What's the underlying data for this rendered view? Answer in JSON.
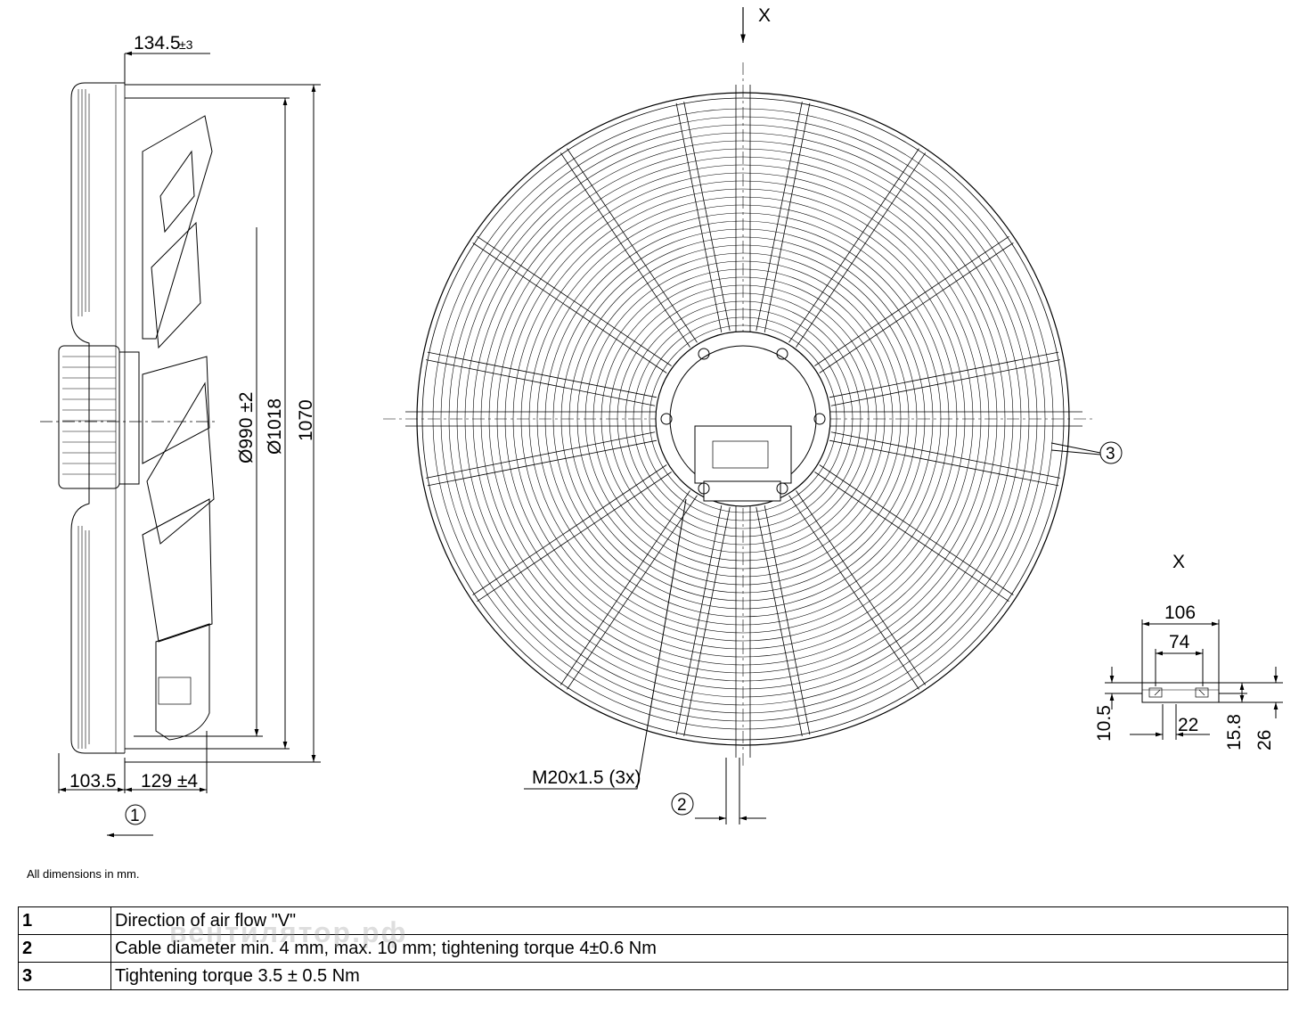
{
  "side_view": {
    "dim_top": "134.5",
    "dim_top_tol": "±3",
    "dim_d990": "Ø990 ±2",
    "dim_d1018": "Ø1018",
    "dim_1070": "1070",
    "dim_103": "103.5",
    "dim_129": "129 ±4"
  },
  "front_view": {
    "section_label": "X",
    "thread_label": "M20x1.5 (3x)"
  },
  "detail_x": {
    "title": "X",
    "dim_106": "106",
    "dim_74": "74",
    "dim_22": "22",
    "dim_10_5": "10.5",
    "dim_15_8": "15.8",
    "dim_26": "26"
  },
  "callouts": [
    "1",
    "2",
    "3"
  ],
  "note": "All dimensions in mm.",
  "legend": [
    {
      "num": "1",
      "text": "Direction of air flow \"V\""
    },
    {
      "num": "2",
      "text": "Cable diameter min. 4 mm, max. 10 mm; tightening torque 4±0.6 Nm"
    },
    {
      "num": "3",
      "text": "Tightening torque 3.5 ± 0.5 Nm"
    }
  ],
  "watermark": "вентилятор.рф"
}
